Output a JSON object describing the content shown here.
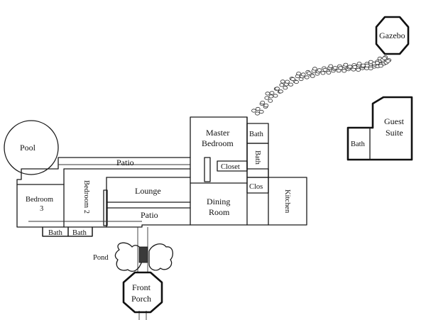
{
  "rooms": {
    "pool": "Pool",
    "patio_top": "Patio",
    "patio_bottom": "Patio",
    "bedroom3_name": "Bedroom",
    "bedroom3_num": "3",
    "bedroom2": "Bedroom 2",
    "lounge": "Lounge",
    "master_bedroom_1": "Master",
    "master_bedroom_2": "Bedroom",
    "master_bath": "Bath",
    "bath_vertical": "Bath",
    "closet": "Closet",
    "clos": "Clos",
    "dining_1": "Dining",
    "dining_2": "Room",
    "kitchen": "Kitchen",
    "bath_left": "Bath",
    "bath_right": "Bath",
    "pond": "Pond",
    "front_porch_1": "Front",
    "front_porch_2": "Porch",
    "gazebo": "Gazebo",
    "guest_suite_1": "Guest",
    "guest_suite_2": "Suite",
    "guest_bath": "Bath"
  }
}
